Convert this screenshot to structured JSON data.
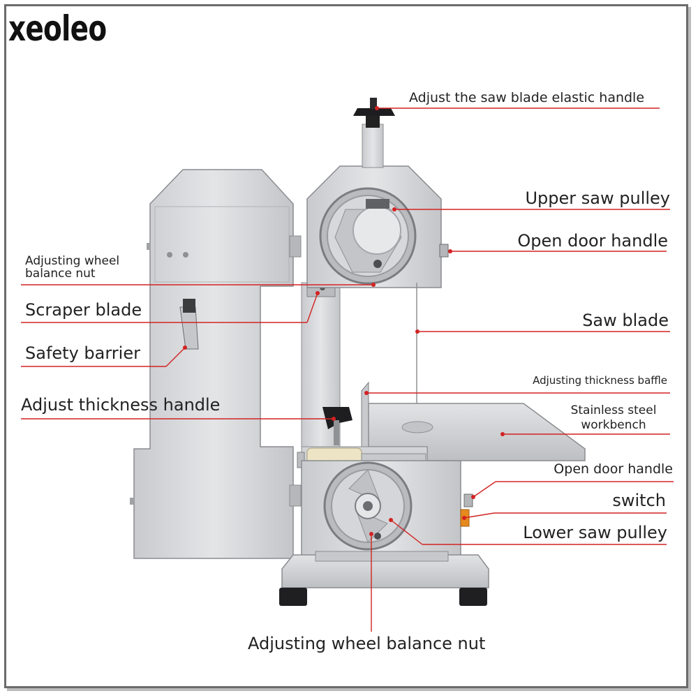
{
  "brand": "xeoleo",
  "colors": {
    "leader": "#d32222",
    "machine": "#d9dadc",
    "machine_dark": "#9a9c9f",
    "frame": "#6b6b6b"
  },
  "labels": {
    "adjust_elastic_handle": "Adjust the saw blade elastic handle",
    "upper_saw_pulley": "Upper saw pulley",
    "open_door_handle_top": "Open door handle",
    "adjusting_wheel_balance_nut_top_line1": "Adjusting wheel",
    "adjusting_wheel_balance_nut_top_line2": "balance nut",
    "scraper_blade": "Scraper blade",
    "saw_blade": "Saw blade",
    "safety_barrier": "Safety barrier",
    "adjusting_thickness_baffle": "Adjusting thickness baffle",
    "adjust_thickness_handle": "Adjust thickness handle",
    "stainless_steel_workbench_line1": "Stainless steel",
    "stainless_steel_workbench_line2": "workbench",
    "open_door_handle_bottom": "Open door handle",
    "switch": "switch",
    "lower_saw_pulley": "Lower saw pulley",
    "adjusting_wheel_balance_nut_bottom": "Adjusting wheel balance nut"
  }
}
